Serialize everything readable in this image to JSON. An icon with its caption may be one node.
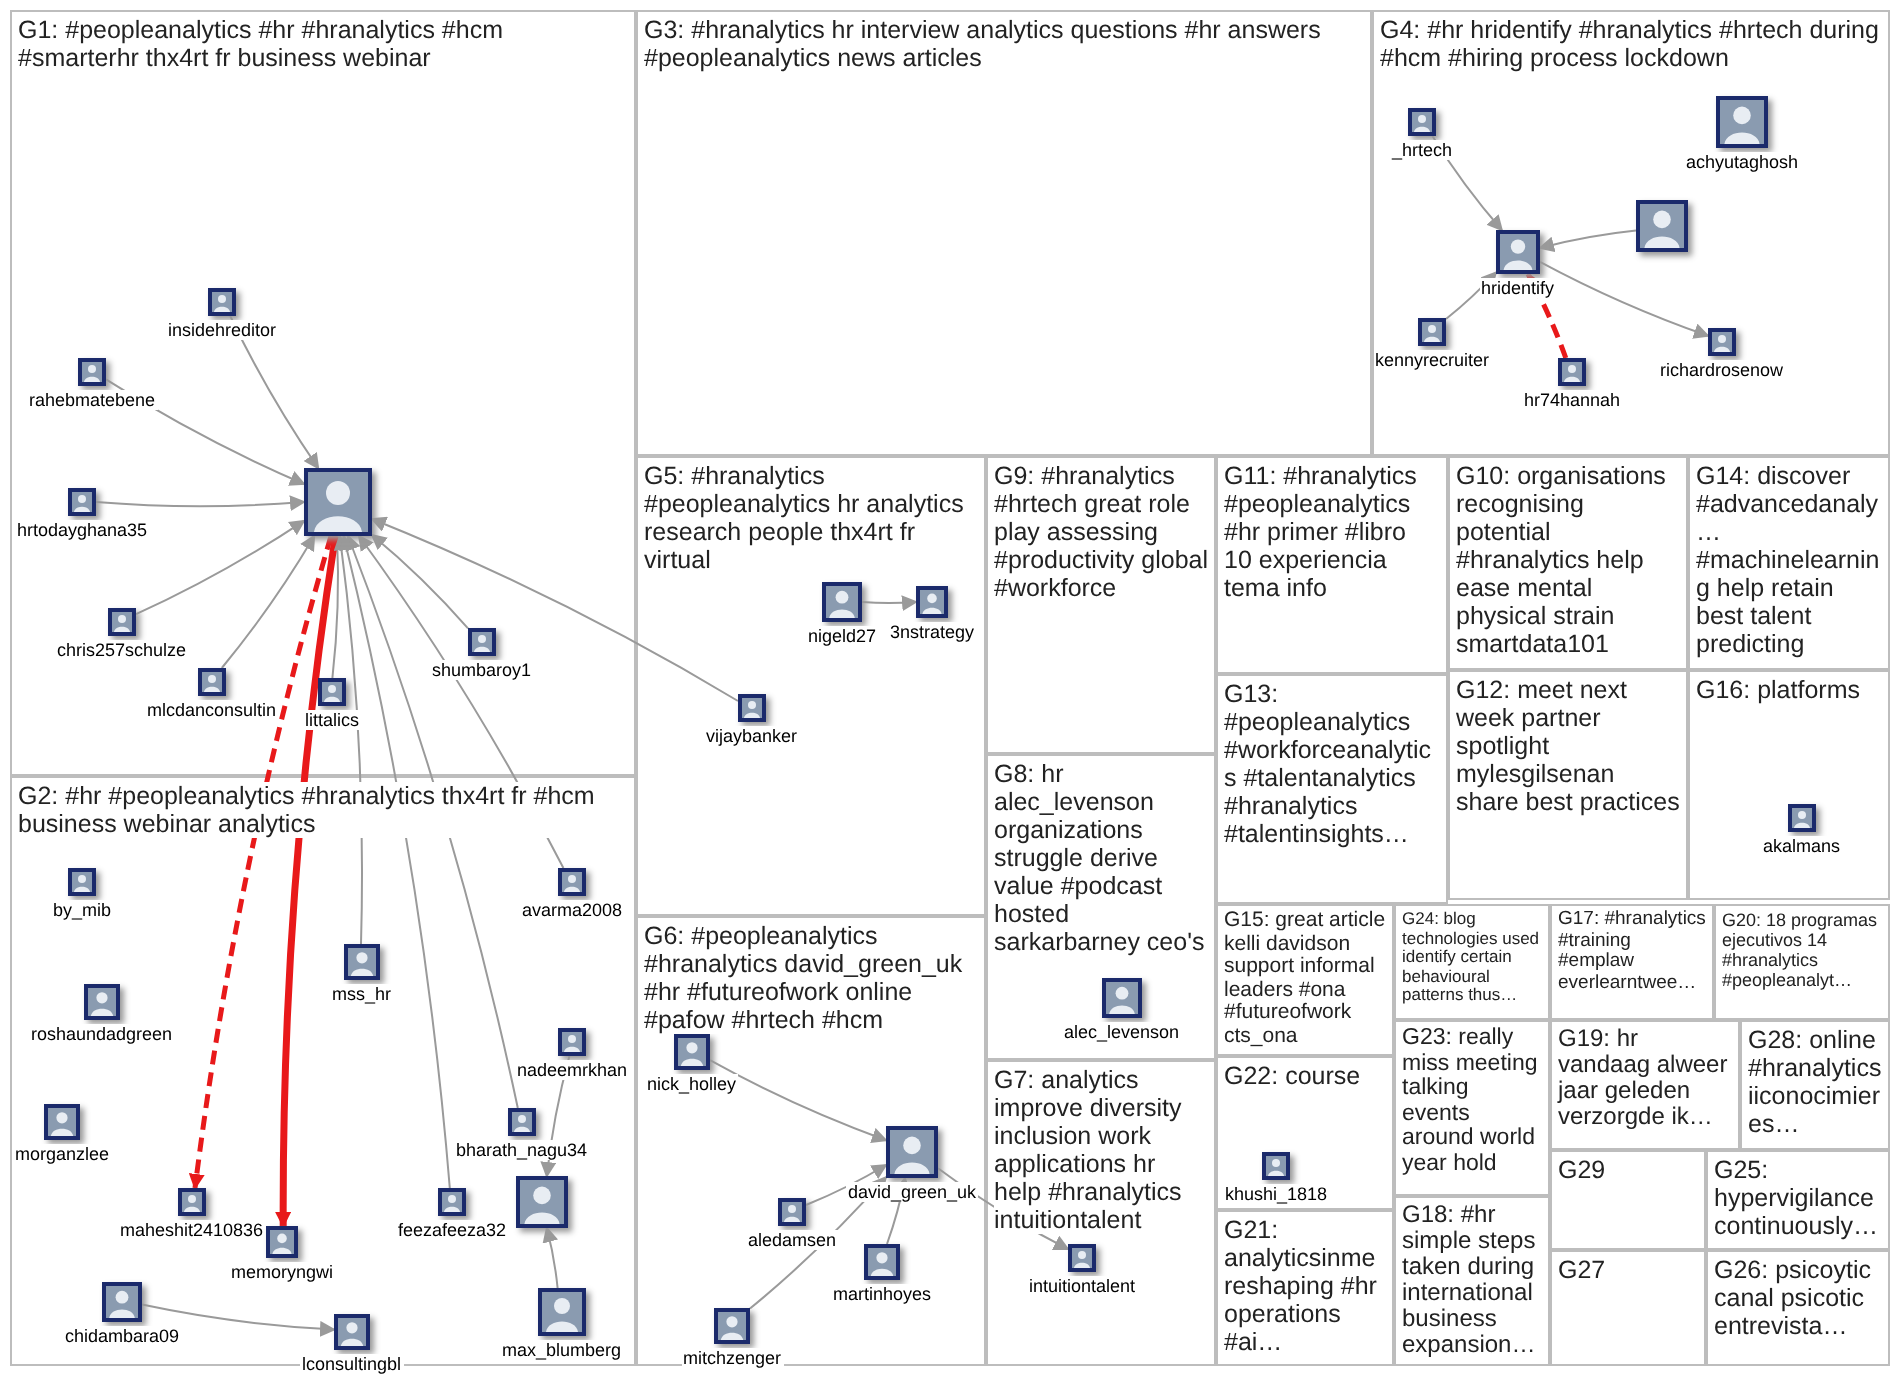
{
  "diagram": {
    "nodes": [
      {
        "text": [
          "G1: #peopleanalytics #hr #hranalytics #hcm #smarterhr thx4rt fr business webinar"
        ]
      },
      {
        "text": [],
        "shape": "picture",
        "in": 0
      },
      {
        "text": [],
        "shape": "picture",
        "in": 0,
        "beside": [
          "rahebmatebene"
        ]
      },
      {
        "text": [],
        "shape": "picture",
        "in": 0,
        "beside": [
          "insidehreditor"
        ]
      },
      {
        "text": [],
        "shape": "picture",
        "in": 0,
        "beside": [
          "hrtodayghana35"
        ]
      },
      {
        "text": [],
        "shape": "picture",
        "in": 0,
        "beside": [
          "chris257schulze"
        ]
      },
      {
        "text": [],
        "shape": "picture",
        "in": 0,
        "beside": [
          "mlcdanconsultin"
        ]
      },
      {
        "text": [],
        "shape": "picture",
        "in": 0,
        "beside": [
          "shumbaroy1"
        ]
      },
      {
        "text": [],
        "shape": "picture",
        "in": 0,
        "beside": [
          "littalics"
        ]
      },
      {
        "text": [
          "G3: #hranalytics hr interview analytics questions #hr answers #peopleanalytics news articles"
        ]
      },
      {
        "text": [
          "G4: #hr hridentify #hranalytics #hrtech during #hcm #hiring process lockdown"
        ]
      },
      {
        "text": [],
        "shape": "picture",
        "in": 10,
        "beside": [
          "_hrtech"
        ]
      },
      {
        "text": [],
        "shape": "picture",
        "in": 10,
        "beside": [
          "achyutaghosh"
        ]
      },
      {
        "text": [],
        "shape": "picture",
        "in": 10
      },
      {
        "text": [],
        "shape": "picture",
        "in": 10,
        "beside": [
          "hridentify"
        ]
      },
      {
        "text": [],
        "shape": "picture",
        "in": 10,
        "beside": [
          "kennyrecruiter"
        ]
      },
      {
        "text": [],
        "shape": "picture",
        "in": 10,
        "beside": [
          "hr74hannah"
        ]
      },
      {
        "text": [],
        "shape": "picture",
        "in": 10,
        "beside": [
          "richardrosenow"
        ]
      },
      {
        "text": [
          "G5: #hranalytics #peopleanalytics hr analytics research people thx4rt fr virtual"
        ]
      },
      {
        "text": [],
        "shape": "picture",
        "in": 18,
        "beside": [
          "nigeld27"
        ]
      },
      {
        "text": [],
        "shape": "picture",
        "in": 18,
        "beside": [
          "3nstrategy"
        ]
      },
      {
        "text": [],
        "shape": "picture",
        "in": 18,
        "beside": [
          "vijaybanker"
        ]
      },
      {
        "text": [
          "G9: #hranalytics #hrtech great role play assessing #productivity global #workforce"
        ]
      },
      {
        "text": [
          "G11: #hranalytics #peopleanalytics #hr primer #libro 10 experiencia tema info"
        ]
      },
      {
        "text": [
          "G10: organisations recognising potential #hranalytics help ease mental physical strain smartdata101"
        ]
      },
      {
        "text": [
          "G14: discover #advancedanaly… #machinelearning help retain best talent predicting"
        ]
      },
      {
        "text": [
          "G2: #hr #peopleanalytics #hranalytics thx4rt fr #hcm business webinar analytics"
        ]
      },
      {
        "text": [],
        "shape": "picture",
        "in": 26,
        "beside": [
          "avarma2008"
        ]
      },
      {
        "text": [],
        "shape": "picture",
        "in": 26,
        "beside": [
          "by_mib"
        ]
      },
      {
        "text": [],
        "shape": "picture",
        "in": 26,
        "beside": [
          "nadeemrkhan"
        ]
      },
      {
        "text": [],
        "shape": "picture",
        "in": 26,
        "beside": [
          "max_blumberg"
        ]
      },
      {
        "text": [],
        "shape": "picture",
        "in": 26,
        "beside": [
          "mss_hr"
        ]
      },
      {
        "text": [],
        "shape": "picture",
        "in": 26,
        "beside": [
          "bharath_nagu34"
        ]
      },
      {
        "text": [],
        "shape": "picture",
        "in": 26,
        "beside": [
          "roshaundadgreen"
        ]
      },
      {
        "text": [],
        "shape": "picture",
        "in": 26,
        "beside": [
          "feezafeeza32"
        ]
      },
      {
        "text": [],
        "shape": "picture",
        "in": 26,
        "beside": [
          "maheshit2410836"
        ]
      },
      {
        "text": [],
        "shape": "picture",
        "in": 26,
        "beside": [
          "memoryngwi"
        ]
      },
      {
        "text": [],
        "shape": "picture",
        "in": 26,
        "beside": [
          "chidambara09"
        ]
      },
      {
        "text": [],
        "shape": "picture",
        "in": 26,
        "beside": [
          "morganzlee"
        ]
      },
      {
        "text": [],
        "shape": "picture",
        "in": 26,
        "beside": [
          "lconsultingbl"
        ]
      },
      {
        "text": [],
        "shape": "picture",
        "in": 26
      },
      {
        "text": [
          "G13: #peopleanalytics #workforceanalytics #talentanalytics #hranalytics #talentinsights…"
        ]
      },
      {
        "text": [
          "G12: meet next week partner spotlight mylesgilsenan share best practices"
        ]
      },
      {
        "text": [
          "G16: platforms"
        ]
      },
      {
        "text": [],
        "shape": "picture",
        "in": 43,
        "beside": [
          "akalmans"
        ]
      },
      {
        "text": [
          "G8: hr alec_levenson organizations struggle derive value #podcast hosted sarkarbarney ceo's"
        ]
      },
      {
        "text": [],
        "shape": "picture",
        "in": 45,
        "beside": [
          "alec_levenson"
        ]
      },
      {
        "text": [
          "G6: #peopleanalytics #hranalytics david_green_uk #hr #futureofwork online #pafow #hrtech #hcm"
        ]
      },
      {
        "text": [],
        "shape": "picture",
        "in": 47,
        "beside": [
          "nick_holley"
        ]
      },
      {
        "text": [],
        "shape": "picture",
        "in": 47,
        "beside": [
          "david_green_uk"
        ]
      },
      {
        "text": [],
        "shape": "picture",
        "in": 47,
        "beside": [
          "martinhoyes"
        ]
      },
      {
        "text": [],
        "shape": "picture",
        "in": 47,
        "beside": [
          "aledamsen"
        ]
      },
      {
        "text": [],
        "shape": "picture",
        "in": 47,
        "beside": [
          "mitchzenger"
        ]
      },
      {
        "text": [
          "G15: great article kelli davidson support informal leaders #ona #futureofwork cts_ona"
        ]
      },
      {
        "text": [
          "G24: blog technologies used identify certain behavioural patterns thus…"
        ]
      },
      {
        "text": [
          "G17: #hranalytics #training #emplaw everlearntwee…"
        ]
      },
      {
        "text": [
          "G20: 18 programas ejecutivos 14 #hranalytics #peopleanalyt…"
        ]
      },
      {
        "text": [
          "G7: analytics improve diversity inclusion work applications hr help #hranalytics intuitiontalent"
        ]
      },
      {
        "text": [],
        "shape": "picture",
        "in": 57,
        "beside": [
          "intuitiontalent"
        ]
      },
      {
        "text": [
          "G19: hr vandaag alweer jaar geleden verzorgde ik…"
        ]
      },
      {
        "text": [
          "G28: online #hranalytics iiconocimieres…"
        ]
      },
      {
        "text": [
          "G23: really miss meeting talking events around world year hold"
        ]
      },
      {
        "text": [
          "G22: course"
        ]
      },
      {
        "text": [],
        "shape": "picture",
        "in": 62,
        "beside": [
          "khushi_1818"
        ]
      },
      {
        "text": [
          "G29"
        ]
      },
      {
        "text": [
          "G25: hypervigilance continuously…"
        ]
      },
      {
        "text": [
          "G18: #hr simple steps taken during international business expansion…"
        ]
      },
      {
        "text": [
          "G21: analyticsinme reshaping #hr operations #ai…"
        ]
      },
      {
        "text": [
          "G27"
        ]
      },
      {
        "text": [
          "G26: psicoytic canal psicotic entrevista…"
        ]
      }
    ],
    "edges": [
      {
        "from": 2,
        "to": 1,
        "arrow": "to"
      },
      {
        "from": 3,
        "to": 1,
        "arrow": "to"
      },
      {
        "from": 4,
        "to": 1,
        "arrow": "to"
      },
      {
        "from": 5,
        "to": 1,
        "arrow": "to"
      },
      {
        "from": 6,
        "to": 1,
        "arrow": "to"
      },
      {
        "from": 7,
        "to": 1,
        "arrow": "to"
      },
      {
        "from": 8,
        "to": 1,
        "arrow": "to"
      },
      {
        "from": 1,
        "to": 36,
        "arrow": "to",
        "style": "thick",
        "color": "#e8191a"
      },
      {
        "from": 1,
        "to": 35,
        "arrow": "to",
        "style": "dashed",
        "color": "#e8191a"
      },
      {
        "from": 27,
        "to": 1,
        "arrow": "to"
      },
      {
        "from": 31,
        "to": 1,
        "arrow": "to"
      },
      {
        "from": 32,
        "to": 1,
        "arrow": "to"
      },
      {
        "from": 34,
        "to": 1,
        "arrow": "to"
      },
      {
        "from": 21,
        "to": 1,
        "arrow": "to"
      },
      {
        "from": 29,
        "to": 40,
        "arrow": "to"
      },
      {
        "from": 30,
        "to": 40,
        "arrow": "to"
      },
      {
        "from": 37,
        "to": 39,
        "arrow": "to"
      },
      {
        "from": 13,
        "to": 14,
        "arrow": "to"
      },
      {
        "from": 15,
        "to": 14,
        "arrow": "to"
      },
      {
        "from": 16,
        "to": 14,
        "arrow": "to",
        "style": "dashed",
        "color": "#e8191a"
      },
      {
        "from": 14,
        "to": 17,
        "arrow": "to"
      },
      {
        "from": 11,
        "to": 14,
        "arrow": "to"
      },
      {
        "from": 19,
        "to": 20,
        "arrow": "to"
      },
      {
        "from": 48,
        "to": 49,
        "arrow": "to"
      },
      {
        "from": 50,
        "to": 49,
        "arrow": "to"
      },
      {
        "from": 51,
        "to": 49,
        "arrow": "to"
      },
      {
        "from": 52,
        "to": 49,
        "arrow": "to"
      },
      {
        "from": 49,
        "to": 58,
        "arrow": "to"
      }
    ]
  }
}
